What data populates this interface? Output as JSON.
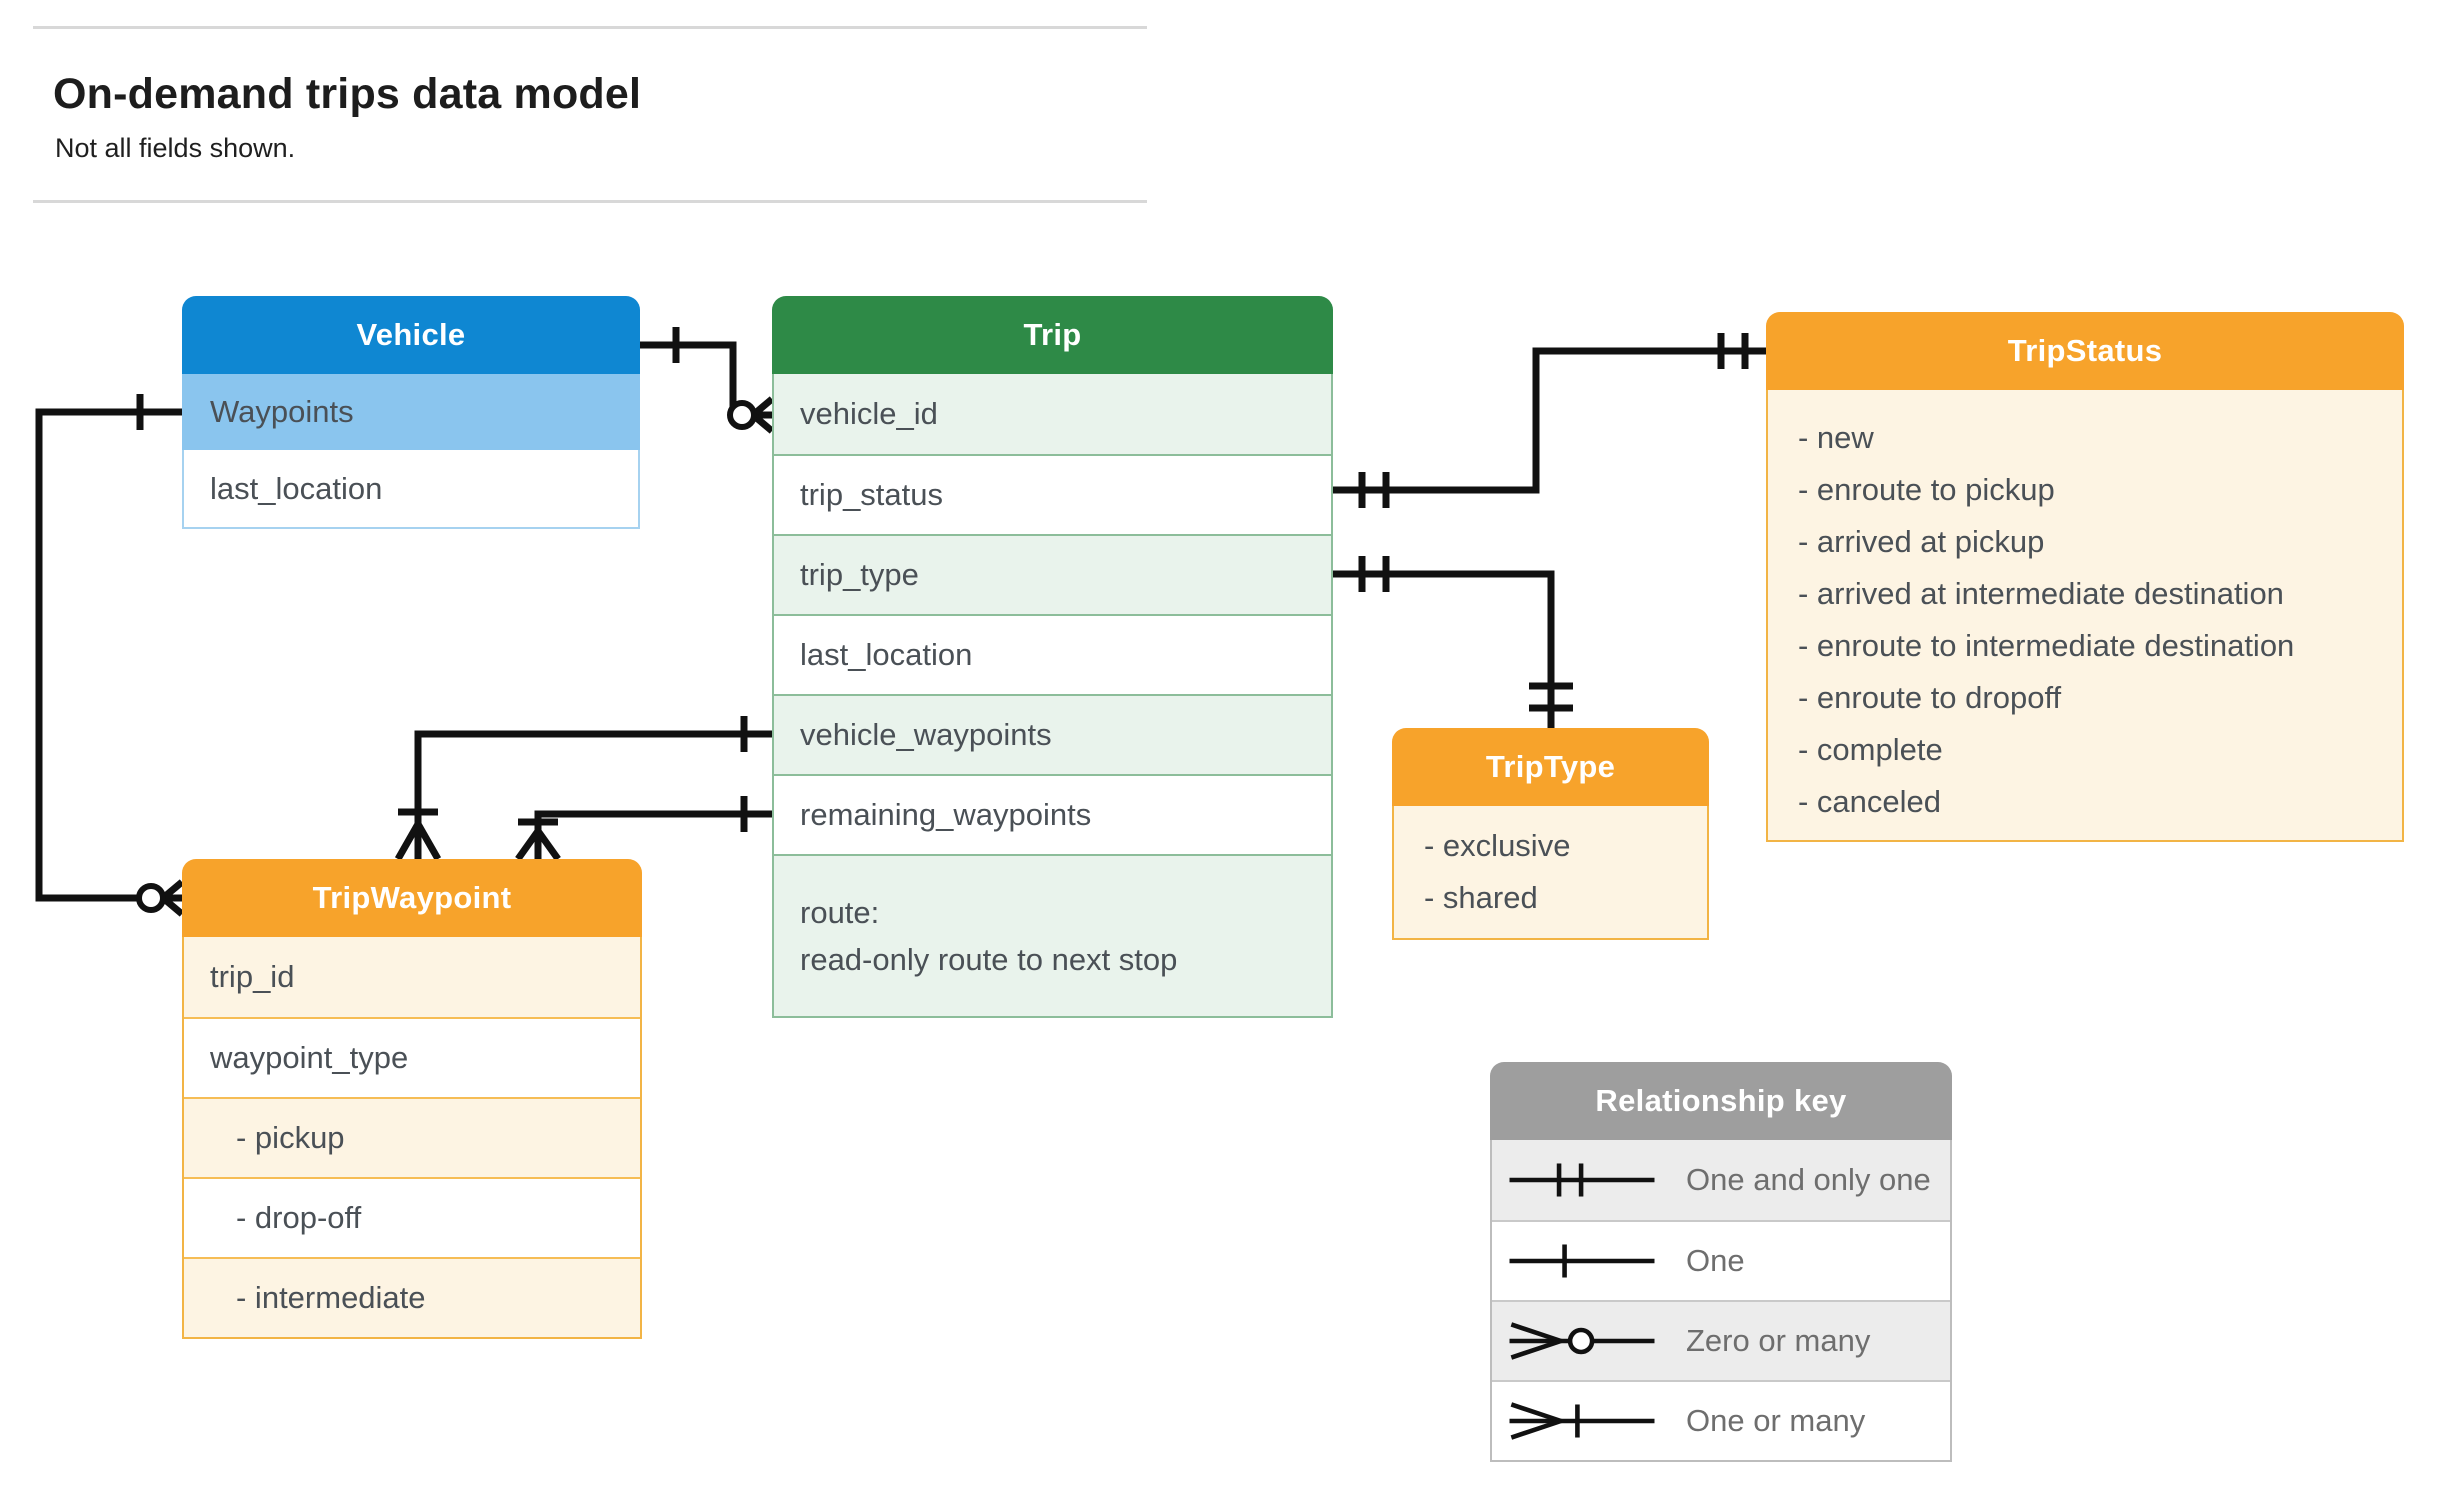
{
  "page": {
    "title": "On-demand trips data model",
    "subtitle": "Not all fields shown."
  },
  "entities": {
    "vehicle": {
      "title": "Vehicle",
      "rows": [
        "Waypoints",
        "last_location"
      ],
      "highlighted_row": "Waypoints"
    },
    "trip": {
      "title": "Trip",
      "rows": [
        "vehicle_id",
        "trip_status",
        "trip_type",
        "last_location",
        "vehicle_waypoints",
        "remaining_waypoints"
      ],
      "route_line1": "route:",
      "route_line2": "read-only route to next stop"
    },
    "tripStatus": {
      "title": "TripStatus",
      "items": [
        "- new",
        "- enroute to pickup",
        "- arrived at pickup",
        "- arrived at intermediate destination",
        "- enroute to intermediate destination",
        "- enroute to dropoff",
        "- complete",
        "- canceled"
      ]
    },
    "tripType": {
      "title": "TripType",
      "items": [
        "- exclusive",
        "- shared"
      ]
    },
    "tripWaypoint": {
      "title": "TripWaypoint",
      "rows": [
        "trip_id",
        "waypoint_type"
      ],
      "items": [
        "- pickup",
        "- drop-off",
        "- intermediate"
      ]
    }
  },
  "legend": {
    "title": "Relationship key",
    "rows": [
      {
        "symbol": "one-and-only-one",
        "label": "One and only one"
      },
      {
        "symbol": "one",
        "label": "One"
      },
      {
        "symbol": "zero-or-many",
        "label": "Zero or many"
      },
      {
        "symbol": "one-or-many",
        "label": "One or many"
      }
    ]
  },
  "relationships": [
    {
      "from": "Vehicle",
      "to": "Trip.vehicle_id",
      "from_cardinality": "one",
      "to_cardinality": "zero-or-many"
    },
    {
      "from": "Vehicle.Waypoints",
      "to": "TripWaypoint",
      "from_cardinality": "one",
      "to_cardinality": "zero-or-many"
    },
    {
      "from": "Trip.trip_status",
      "to": "TripStatus",
      "from_cardinality": "one-and-only-one",
      "to_cardinality": "one-and-only-one"
    },
    {
      "from": "Trip.trip_type",
      "to": "TripType",
      "from_cardinality": "one-and-only-one",
      "to_cardinality": "one-and-only-one"
    },
    {
      "from": "Trip.vehicle_waypoints",
      "to": "TripWaypoint",
      "from_cardinality": "one",
      "to_cardinality": "one-or-many"
    },
    {
      "from": "Trip.remaining_waypoints",
      "to": "TripWaypoint",
      "from_cardinality": "one",
      "to_cardinality": "one-or-many"
    }
  ],
  "colors": {
    "blue_header": "#0f87d2",
    "blue_highlight": "#8ac5ee",
    "green_header": "#2e8a47",
    "green_tint": "#e9f3ec",
    "orange_header": "#f7a32b",
    "orange_tint": "#fdf4e3",
    "gray_header": "#9e9e9e",
    "row_text": "#4a5056",
    "connector": "#111111"
  }
}
